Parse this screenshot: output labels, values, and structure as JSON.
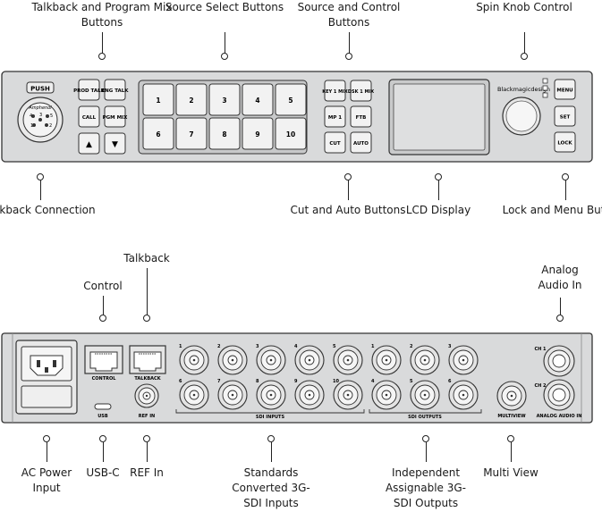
{
  "front_panel": {
    "push_label": "PUSH",
    "xlr_brand": "Amphenol",
    "xlr_pins": [
      "4",
      "5",
      "1",
      "3",
      "2"
    ],
    "talk_buttons": [
      "PROD TALK",
      "ENG TALK",
      "CALL",
      "PGM MIX"
    ],
    "arrow_buttons": [
      "▲",
      "▼"
    ],
    "source_buttons": [
      "1",
      "2",
      "3",
      "4",
      "5",
      "6",
      "7",
      "8",
      "9",
      "10"
    ],
    "control_buttons": [
      "KEY 1 MIX",
      "DSK 1 MIX",
      "MP 1",
      "FTB",
      "CUT",
      "AUTO"
    ],
    "brand": "Blackmagicdesign",
    "menu_buttons": [
      "MENU",
      "SET",
      "LOCK"
    ]
  },
  "rear_panel": {
    "control_label": "CONTROL",
    "talkback_label": "TALKBACK",
    "usb_label": "USB",
    "ref_in_label": "REF IN",
    "sdi_in_numbers": [
      "1",
      "2",
      "3",
      "4",
      "5",
      "6",
      "7",
      "8",
      "9",
      "10"
    ],
    "sdi_inputs_label": "SDI INPUTS",
    "sdi_out_numbers": [
      "1",
      "2",
      "3",
      "4",
      "5",
      "6"
    ],
    "sdi_outputs_label": "SDI OUTPUTS",
    "multiview_label": "MULTIVIEW",
    "ch1_label": "CH 1",
    "ch2_label": "CH 2",
    "analog_label": "ANALOG AUDIO IN"
  },
  "callouts": {
    "talkback_program_mix": "Talkback and Program Mix Buttons",
    "source_select": "Source Select Buttons",
    "source_control": "Source and Control  Buttons",
    "spin_knob": "Spin Knob Control",
    "talkback_connection": "Talkback Connection",
    "cut_auto": "Cut and Auto Buttons",
    "lcd_display": "LCD Display",
    "lock_menu": "Lock and Menu Buttons",
    "talkback_rear": "Talkback",
    "control_rear": "Control",
    "analog_audio": "Analog Audio In",
    "ac_power": "AC Power Input",
    "usb_c": "USB-C",
    "ref_in": "REF In",
    "sdi_inputs": "Standards Converted 3G-SDI Inputs",
    "sdi_outputs": "Independent Assignable 3G-SDI Outputs",
    "multi_view": "Multi View"
  }
}
